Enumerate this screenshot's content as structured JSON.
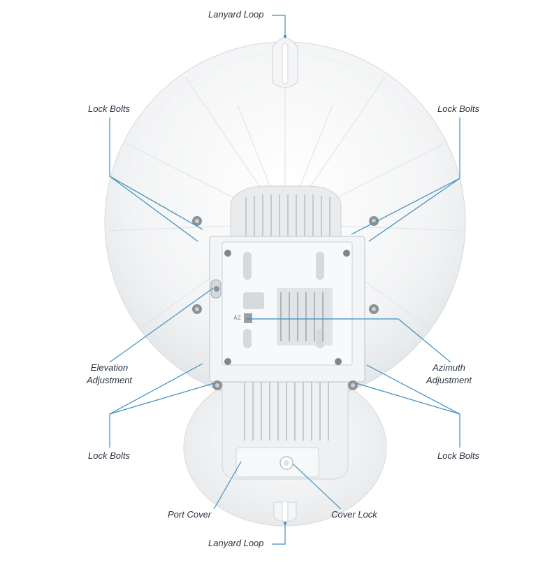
{
  "labels": {
    "lanyard_loop_top": "Lanyard Loop",
    "lock_bolts_top_left": "Lock Bolts",
    "lock_bolts_top_right": "Lock Bolts",
    "elevation_line1": "Elevation",
    "elevation_line2": "Adjustment",
    "azimuth_line1": "Azimuth",
    "azimuth_line2": "Adjustment",
    "lock_bolts_bottom_left": "Lock Bolts",
    "lock_bolts_bottom_right": "Lock Bolts",
    "port_cover": "Port Cover",
    "cover_lock": "Cover Lock",
    "lanyard_loop_bottom": "Lanyard Loop",
    "az_marking": "AZ"
  },
  "colors": {
    "leader_line": "#3d8fbf",
    "dish_fill": "#f6f7f8",
    "dish_edge": "#d7dadd",
    "bracket_fill": "#eef0f2",
    "bolt_fill": "#8c9298"
  }
}
